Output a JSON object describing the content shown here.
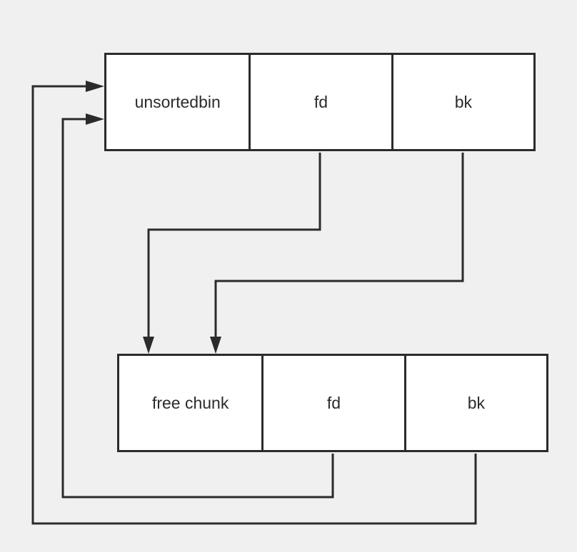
{
  "top_struct": {
    "cells": [
      "unsortedbin",
      "fd",
      "bk"
    ]
  },
  "bottom_struct": {
    "cells": [
      "free chunk",
      "fd",
      "bk"
    ]
  },
  "colors": {
    "background": "#f0f0f0",
    "box_fill": "#ffffff",
    "stroke": "#2b2b2b"
  }
}
